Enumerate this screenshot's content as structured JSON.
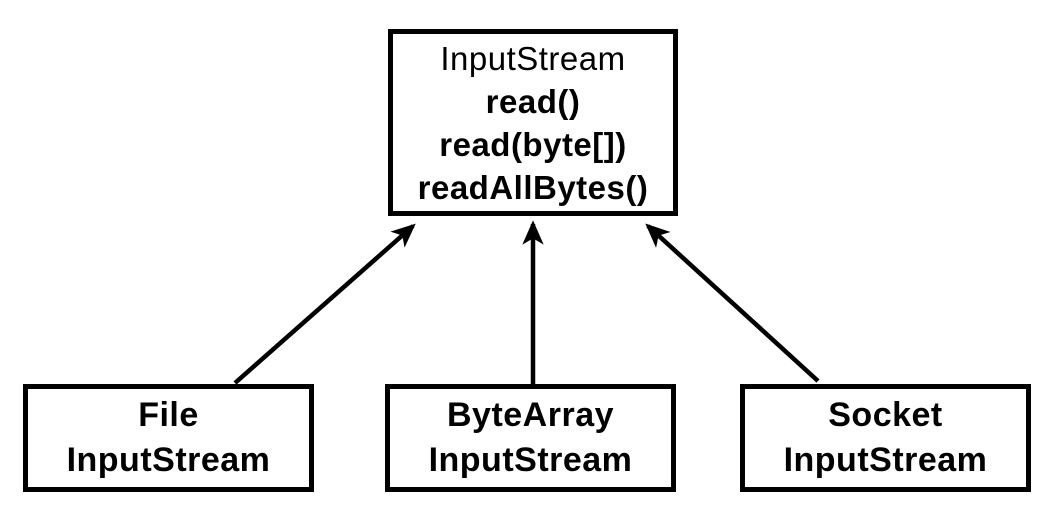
{
  "diagram": {
    "background_color": "#ffffff",
    "stroke_color": "#000000",
    "parent": {
      "title": "InputStream",
      "methods": [
        "read()",
        "read(byte[])",
        "readAllBytes()"
      ]
    },
    "children": [
      {
        "line1": "File",
        "line2": "InputStream"
      },
      {
        "line1": "ByteArray",
        "line2": "InputStream"
      },
      {
        "line1": "Socket",
        "line2": "InputStream"
      }
    ],
    "relationships": [
      {
        "from": "FileInputStream",
        "to": "InputStream",
        "type": "inheritance"
      },
      {
        "from": "ByteArrayInputStream",
        "to": "InputStream",
        "type": "inheritance"
      },
      {
        "from": "SocketInputStream",
        "to": "InputStream",
        "type": "inheritance"
      }
    ]
  }
}
